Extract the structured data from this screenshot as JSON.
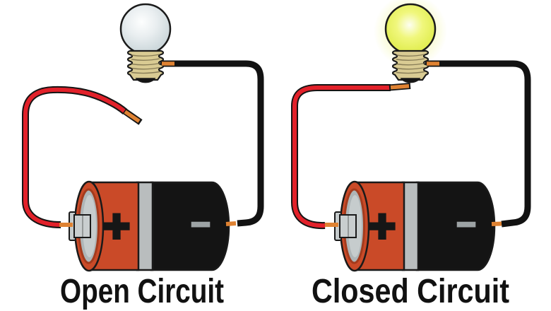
{
  "background": "#ffffff",
  "battery": {
    "positive_symbol": "+",
    "negative_symbol": "−"
  },
  "circuits": [
    {
      "label": "Open Circuit",
      "bulb_state": "off",
      "circuit_state": "open",
      "detail": "red battery lead disconnected, bulb unlit"
    },
    {
      "label": "Closed Circuit",
      "bulb_state": "on",
      "circuit_state": "closed",
      "detail": "red lead connected to bulb contact, bulb lit"
    }
  ],
  "colors": {
    "background": "#ffffff",
    "label_color": "#111111",
    "wire_red": "#e2212a",
    "wire_black": "#121212",
    "wire_outline": "#141414",
    "copper": "#df8232",
    "battery_orange": "#ca4a28",
    "battery_orange_dark": "#a33b1d",
    "battery_black": "#141414",
    "band_gray": "#b9bdbe",
    "face_gray": "#aeb5b7",
    "face_gray_light": "#c6cccd",
    "terminal_gray": "#c9cecf",
    "minus_gray": "#9da3a5",
    "symbol_black": "#161616",
    "bulb_base_tan": "#d9cb93",
    "bulb_base_line": "#6b6243",
    "outline_black": "#1a1a1a",
    "bulb_off_center": "#fdfefe",
    "bulb_off_mid": "#e9eef0",
    "bulb_off_edge": "#c3d0d4",
    "bulb_on_center": "#fdfef2",
    "bulb_on_mid": "#f0f77c",
    "bulb_on_edge": "#d9e83a",
    "glow_yellow": "#eef384"
  }
}
